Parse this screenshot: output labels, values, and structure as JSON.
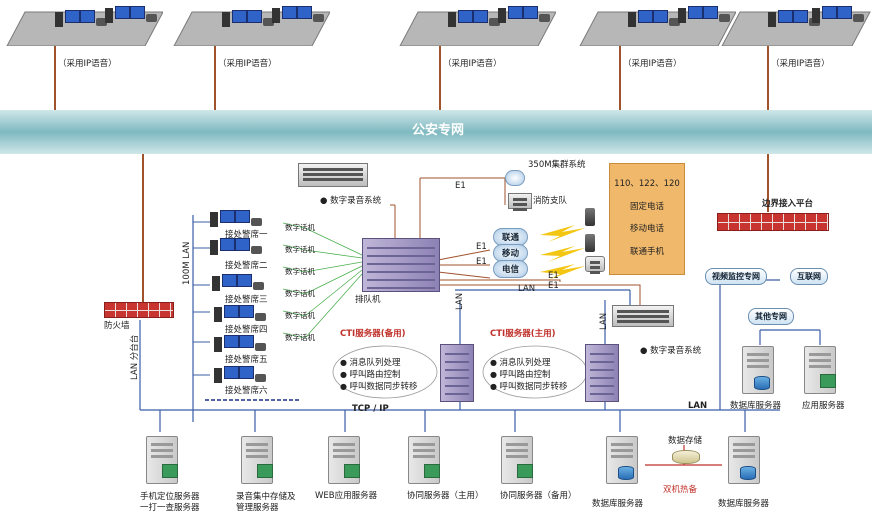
{
  "top_sites": {
    "note": "（采用IP语音）"
  },
  "backbone": {
    "label": "公安专网"
  },
  "recording_top": "● 数字录音系统",
  "recording_right": "● 数字录音系统",
  "trunk_system": "350M集群系统",
  "fire_brigade": "消防支队",
  "carriers": [
    "联通",
    "移动",
    "电信"
  ],
  "e1": "E1",
  "lan": "LAN",
  "tcp_ip": "TCP / IP",
  "lan_100m": "100M LAN",
  "lan_vertical": "LAN",
  "queue": "排队机",
  "emergency_box": {
    "numbers": "110、122、120",
    "lines": [
      "固定电话",
      "移动电话",
      "联通手机"
    ]
  },
  "firewall": "防火墙",
  "border_platform": "边界接入平台",
  "networks": {
    "video": "视频监控专网",
    "internet": "互联网",
    "other": "其他专网"
  },
  "seats": [
    "接处警席一",
    "接处警席二",
    "接处警席三",
    "接处警席四",
    "接处警席五",
    "接处警席六"
  ],
  "digital_phone": "数字话机",
  "cti_backup": {
    "title": "CTI服务器(备用)",
    "items": [
      "消息队列处理",
      "呼叫路由控制",
      "呼叫数据同步转移"
    ]
  },
  "cti_main": {
    "title": "CTI服务器(主用)",
    "items": [
      "消息队列处理",
      "呼叫路由控制",
      "呼叫数据同步转移"
    ]
  },
  "servers_bottom": [
    "手机定位服务器\n一打一查服务器",
    "录音集中存储及\n管理服务器",
    "WEB应用服务器",
    "协同服务器（主用）",
    "协同服务器（备用）",
    "数据库服务器",
    "数据库服务器"
  ],
  "data_storage": "数据存储",
  "dual_hot": "双机热备",
  "servers_right": [
    "数据库服务器",
    "应用服务器"
  ],
  "left_vertical": "LAN 分台台"
}
